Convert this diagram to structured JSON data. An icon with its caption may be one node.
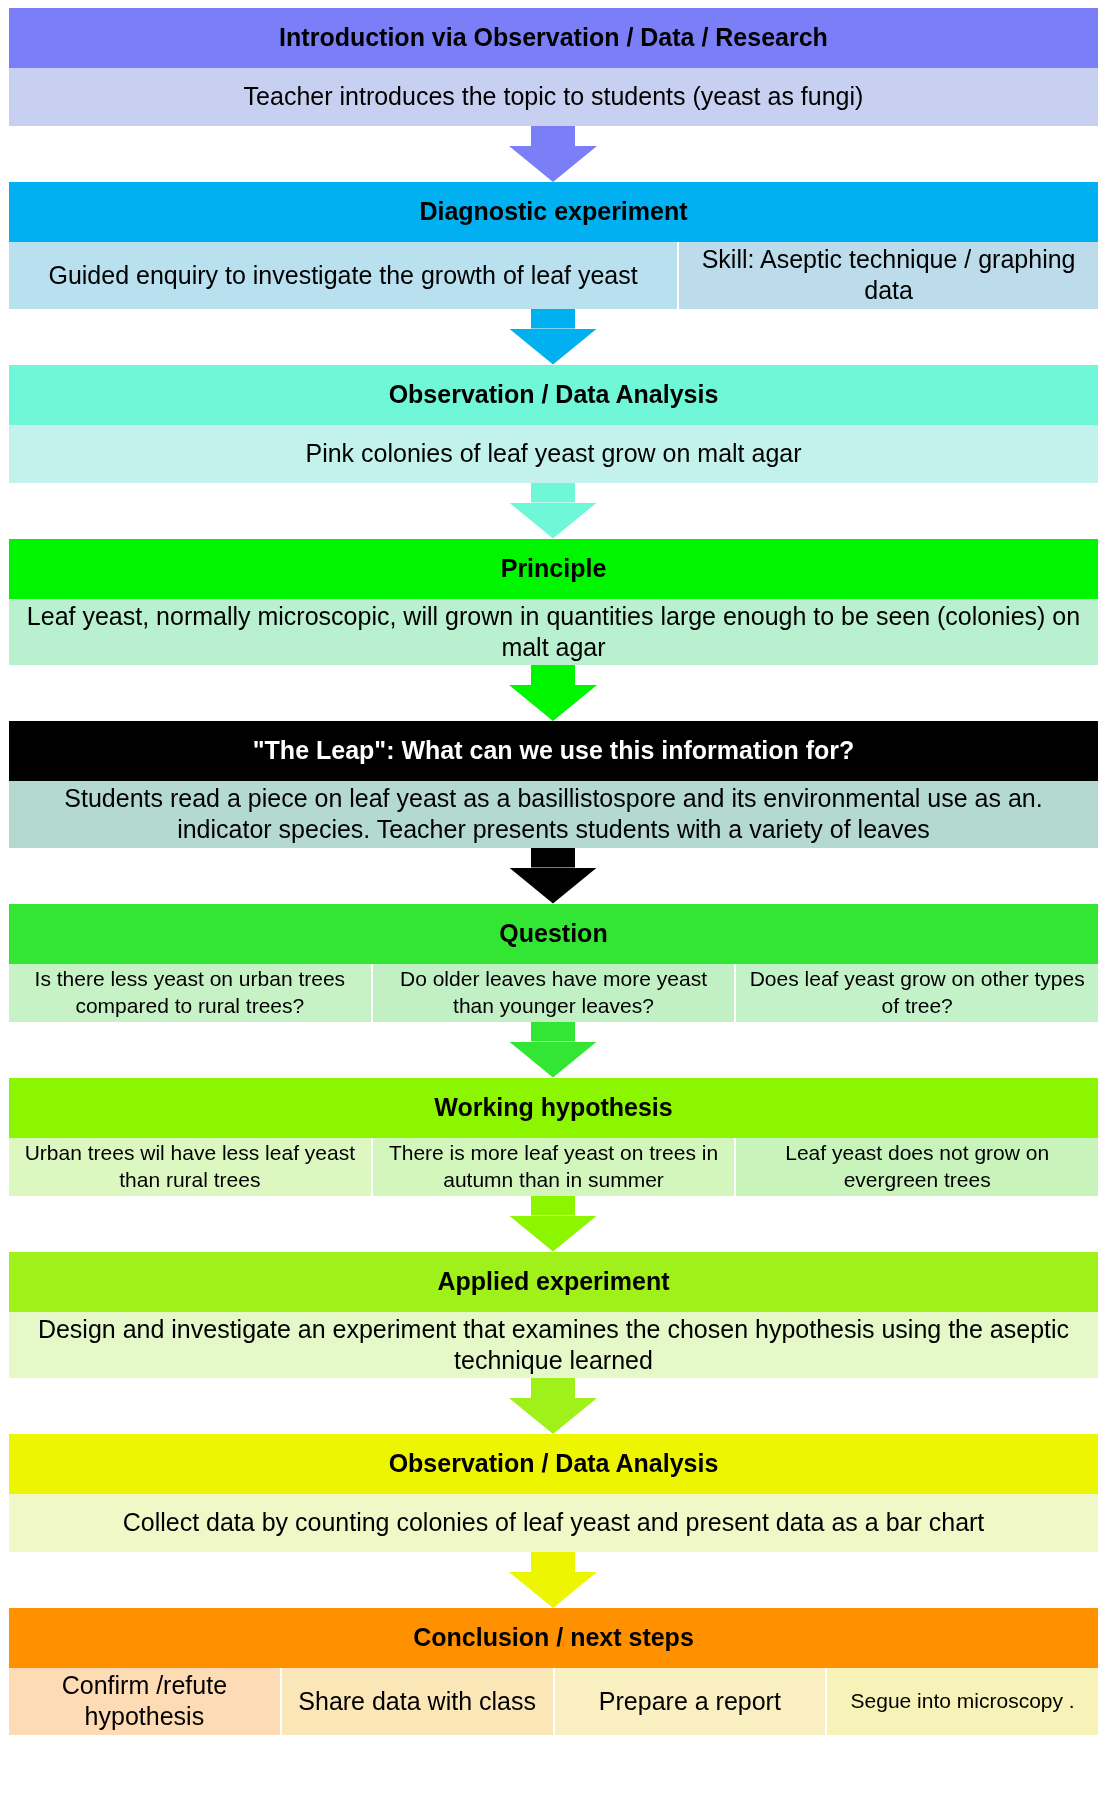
{
  "diagram": {
    "nodes": [
      {
        "text": [
          "Introduction via Observation / Data / Research"
        ]
      },
      {
        "text": [
          "Teacher introduces the topic to students (yeast as fungi)"
        ]
      },
      {
        "text": [
          "Diagnostic experiment"
        ]
      },
      {
        "text": [
          "Guided enquiry to investigate the growth of leaf yeast"
        ]
      },
      {
        "text": [
          "Skill: Aseptic technique / graphing data"
        ]
      },
      {
        "text": [
          "Observation / Data Analysis"
        ]
      },
      {
        "text": [
          "Pink colonies of leaf yeast grow on malt agar"
        ]
      },
      {
        "text": [
          "Principle"
        ]
      },
      {
        "text": [
          "Leaf yeast, normally microscopic, will grown in quantities large enough to be seen (colonies) on malt agar"
        ]
      },
      {
        "text": [
          "\"The Leap\": What can we use this information for?"
        ]
      },
      {
        "text": [
          "Students read a piece on leaf yeast as a basillistospore and its environmental use as an. indicator species. Teacher presents students with a variety of leaves"
        ]
      },
      {
        "text": [
          "Question"
        ]
      },
      {
        "text": [
          "Is there less yeast on urban trees compared to rural trees?"
        ]
      },
      {
        "text": [
          "Do older leaves have more yeast than younger leaves?"
        ]
      },
      {
        "text": [
          "Does leaf yeast grow on other types of tree?"
        ]
      },
      {
        "text": [
          "Working hypothesis"
        ]
      },
      {
        "text": [
          "Urban trees wil have less leaf yeast than rural trees"
        ]
      },
      {
        "text": [
          "There is more leaf yeast on trees in autumn than in summer"
        ]
      },
      {
        "text": [
          "Leaf yeast does not grow on evergreen trees"
        ]
      },
      {
        "text": [
          "Applied experiment"
        ]
      },
      {
        "text": [
          "Design and investigate an experiment that examines the chosen hypothesis using the aseptic technique learned"
        ]
      },
      {
        "text": [
          "Observation / Data Analysis"
        ]
      },
      {
        "text": [
          "Collect data by counting colonies of leaf yeast and present data as a bar chart"
        ]
      },
      {
        "text": [
          "Conclusion / next steps"
        ]
      },
      {
        "text": [
          "Confirm /refute hypothesis"
        ]
      },
      {
        "text": [
          "Share data with class"
        ]
      },
      {
        "text": [
          "Prepare a report"
        ]
      },
      {
        "text": [
          "Segue into microscopy ."
        ]
      }
    ],
    "edges": [
      {
        "from": 1,
        "to": 2,
        "arrow": "to",
        "color": "#7b7ff7"
      },
      {
        "from": 3,
        "to": 5,
        "arrow": "to",
        "color": "#00b0f0"
      },
      {
        "from": 6,
        "to": 7,
        "arrow": "to",
        "color": "#6ff7d8"
      },
      {
        "from": 8,
        "to": 9,
        "arrow": "to",
        "color": "#00f500"
      },
      {
        "from": 10,
        "to": 11,
        "arrow": "to",
        "color": "#000000"
      },
      {
        "from": 13,
        "to": 15,
        "arrow": "to",
        "color": "#33e633"
      },
      {
        "from": 17,
        "to": 19,
        "arrow": "to",
        "color": "#8cf500"
      },
      {
        "from": 20,
        "to": 21,
        "arrow": "to",
        "color": "#a0f01a"
      },
      {
        "from": 22,
        "to": 23,
        "arrow": "to",
        "color": "#eef500"
      }
    ]
  }
}
